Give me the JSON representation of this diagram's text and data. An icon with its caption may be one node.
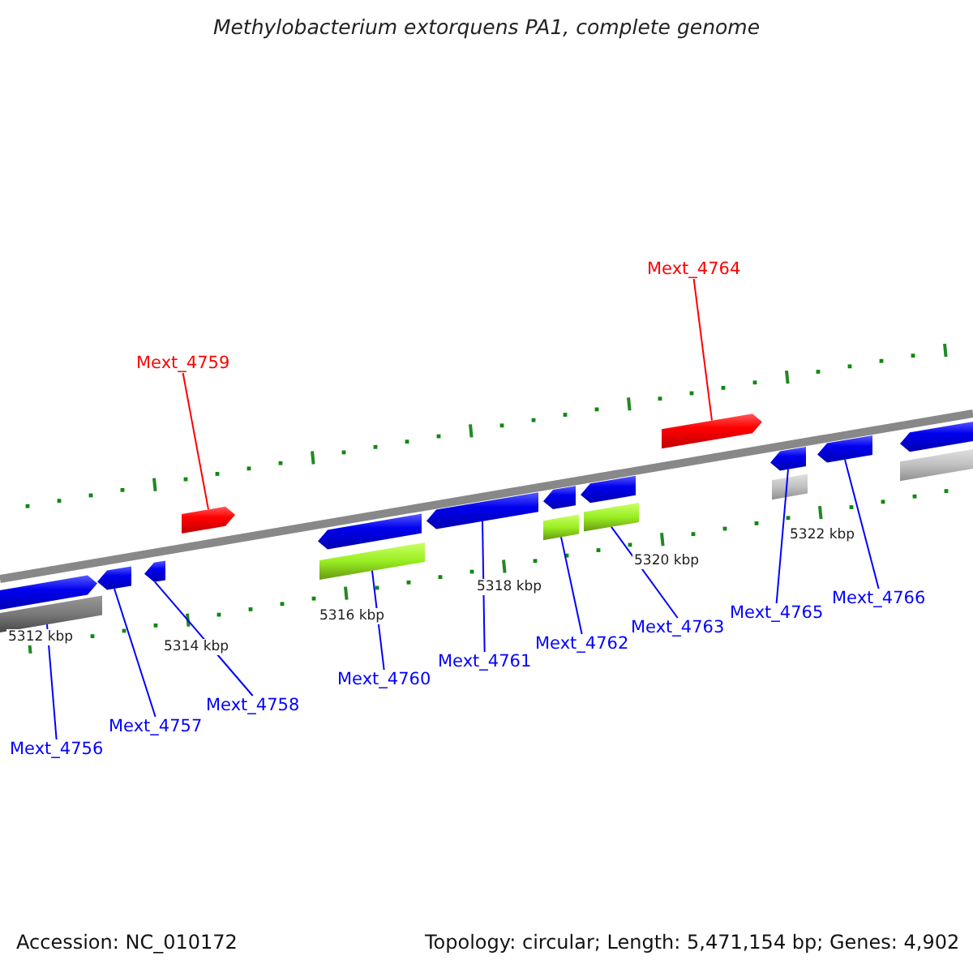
{
  "diagram": {
    "title": "Methylobacterium extorquens PA1, complete genome",
    "nodes": [
      {
        "text": [
          "Mext_4756"
        ]
      },
      {
        "text": [],
        "shape": "bar"
      },
      {
        "text": [
          "Mext_4757"
        ]
      },
      {
        "text": [],
        "shape": "arrow"
      },
      {
        "text": [
          "Mext_4758"
        ]
      },
      {
        "text": [],
        "shape": "arrow"
      },
      {
        "text": [
          "Mext_4759"
        ]
      },
      {
        "text": [],
        "shape": "arrow"
      },
      {
        "text": [
          "Mext_4760"
        ]
      },
      {
        "text": [],
        "shape": "bar"
      },
      {
        "text": [
          "Mext_4761"
        ]
      },
      {
        "text": [],
        "shape": "arrow"
      },
      {
        "text": [
          "Mext_4762"
        ]
      },
      {
        "text": [],
        "shape": "bar"
      },
      {
        "text": [
          "Mext_4763"
        ]
      },
      {
        "text": [],
        "shape": "bar"
      },
      {
        "text": [
          "Mext_4764"
        ]
      },
      {
        "text": [],
        "shape": "arrow"
      },
      {
        "text": [
          "Mext_4765"
        ]
      },
      {
        "text": [],
        "shape": "arrow"
      },
      {
        "text": [
          "Mext_4766"
        ]
      },
      {
        "text": [],
        "shape": "arrow"
      },
      {
        "text": [],
        "shape": "arrow"
      },
      {
        "text": [],
        "shape": "arrow"
      },
      {
        "text": [],
        "shape": "arrow"
      },
      {
        "text": [],
        "shape": "arrow"
      },
      {
        "text": [],
        "shape": "bar"
      },
      {
        "text": [],
        "shape": "arrow"
      },
      {
        "text": [],
        "shape": "bar"
      }
    ],
    "edges": [
      {
        "from": 0,
        "to": 1,
        "arrow": "none"
      },
      {
        "from": 2,
        "to": 3,
        "arrow": "none"
      },
      {
        "from": 4,
        "to": 5,
        "arrow": "none"
      },
      {
        "from": 6,
        "to": 7,
        "arrow": "none",
        "color": "#ff0000"
      },
      {
        "from": 8,
        "to": 9,
        "arrow": "none"
      },
      {
        "from": 10,
        "to": 11,
        "arrow": "none"
      },
      {
        "from": 12,
        "to": 13,
        "arrow": "none"
      },
      {
        "from": 14,
        "to": 15,
        "arrow": "none"
      },
      {
        "from": 16,
        "to": 17,
        "arrow": "none",
        "color": "#ff0000"
      },
      {
        "from": 18,
        "to": 19,
        "arrow": "none"
      },
      {
        "from": 20,
        "to": 21,
        "arrow": "none"
      }
    ],
    "labels": [
      "5312 kbp",
      "5314 kbp",
      "5316 kbp",
      "5318 kbp",
      "5320 kbp",
      "5322 kbp",
      "Accession: NC_010172",
      "Topology: circular; Length: 5,471,154 bp; Genes: 4,902"
    ]
  }
}
